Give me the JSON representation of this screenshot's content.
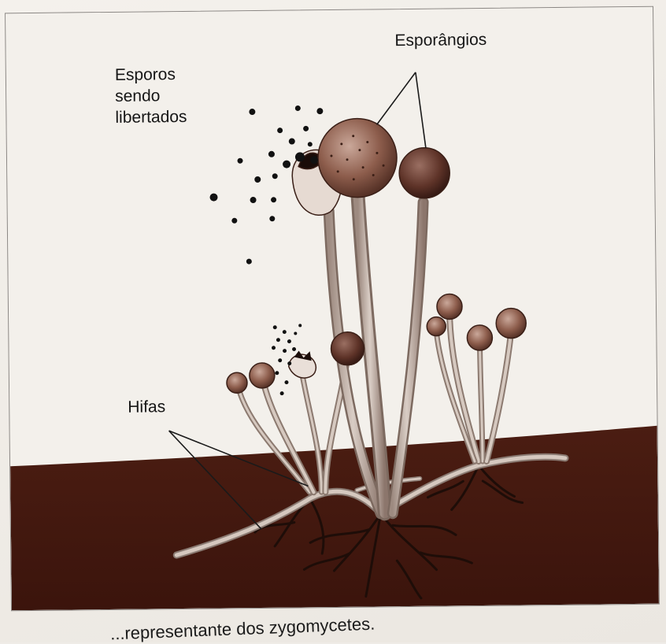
{
  "labels": {
    "spores_released": [
      "Esporos",
      "sendo",
      "libertados"
    ],
    "sporangia": "Esporângios",
    "hyphae": "Hifas"
  },
  "caption": "...representante dos zygomycetes.",
  "colors": {
    "soil": "#4a1e12",
    "stalk": "#b8a89d",
    "sporangium": "#7a4a3a",
    "background": "#f3f0eb"
  }
}
